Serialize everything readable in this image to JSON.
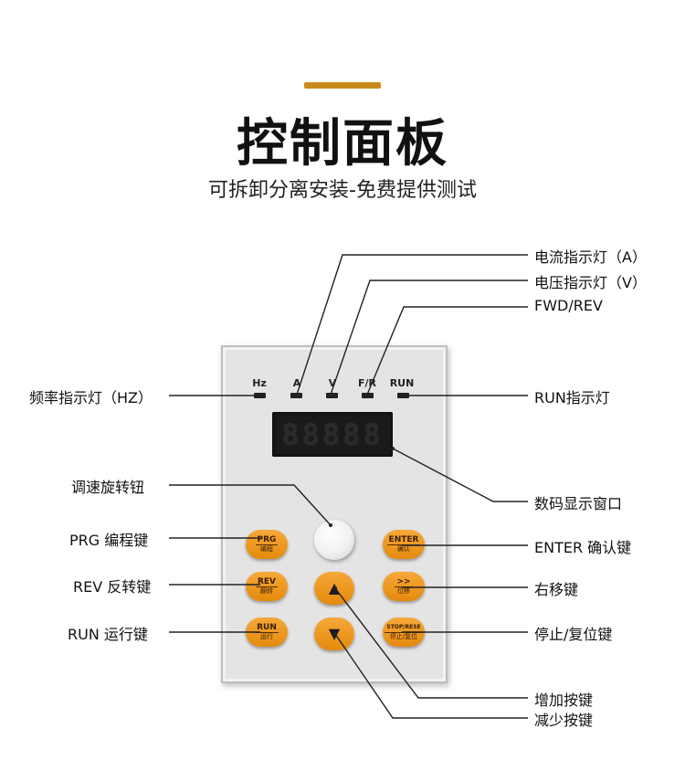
{
  "header": {
    "title": "控制面板",
    "subtitle": "可拆卸分离安装-免费提供测试"
  },
  "panel": {
    "indicators": [
      "Hz",
      "A",
      "V",
      "F/R",
      "RUN"
    ],
    "display_text": "88888",
    "keys": {
      "prg": {
        "top": "PRG",
        "bottom": "编程"
      },
      "rev": {
        "top": "REV",
        "bottom": "翻转"
      },
      "run": {
        "top": "RUN",
        "bottom": "运行"
      },
      "enter": {
        "top": "ENTER",
        "bottom": "确认"
      },
      "shift": {
        "top": ">>",
        "bottom": "位移"
      },
      "stop": {
        "top": "STOP/RESE",
        "bottom": "停止/复位"
      },
      "up": "▲",
      "down": "▼"
    }
  },
  "callouts": {
    "current_led": "电流指示灯（A）",
    "voltage_led": "电压指示灯（V）",
    "fwd_rev": "FWD/REV",
    "freq_led": "频率指示灯（HZ）",
    "run_led": "RUN指示灯",
    "speed_knob": "调速旋转钮",
    "display_window": "数码显示窗口",
    "prg_key": "PRG 编程键",
    "enter_key": "ENTER 确认键",
    "rev_key": "REV 反转键",
    "shift_key": "右移键",
    "run_key": "RUN 运行键",
    "stop_key": "停止/复位键",
    "up_key": "增加按键",
    "down_key": "减少按键"
  }
}
